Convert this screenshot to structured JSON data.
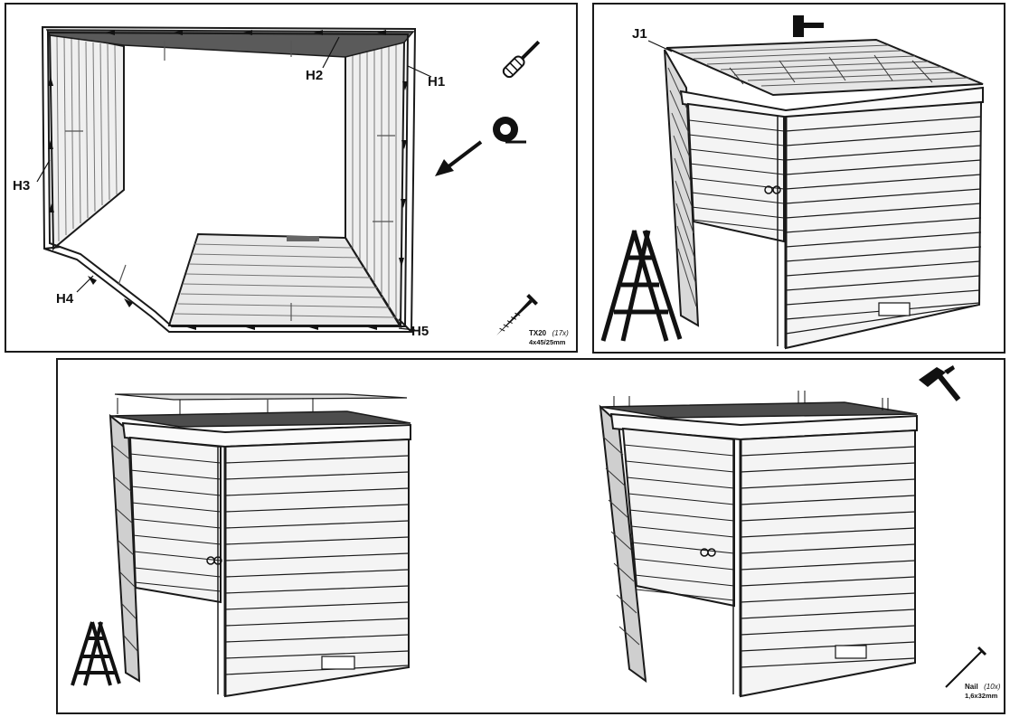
{
  "step1": {
    "labels": {
      "h1": "H1",
      "h2": "H2",
      "h3": "H3",
      "h4": "H4",
      "h5": "H5"
    },
    "icons": [
      "screwdriver-icon",
      "tape-roll-icon",
      "screw-icon"
    ],
    "screw": {
      "code": "TX20",
      "qty": "(17x)",
      "size": "4x45/25mm"
    }
  },
  "step2": {
    "labels": {
      "j1": "J1"
    },
    "icons": [
      "mallet-icon",
      "ladder-icon"
    ]
  },
  "step3": {
    "icons": [
      "ladder-icon",
      "hammer-icon",
      "nail-icon"
    ],
    "nail": {
      "code": "Nail",
      "qty": "(10x)",
      "size": "1,6x32mm"
    }
  },
  "colors": {
    "line": "#1a1a1a",
    "wood_fill": "#f4f4f4",
    "dark_fill": "#4d4d4d",
    "roof_fill": "#dcdcdc"
  }
}
